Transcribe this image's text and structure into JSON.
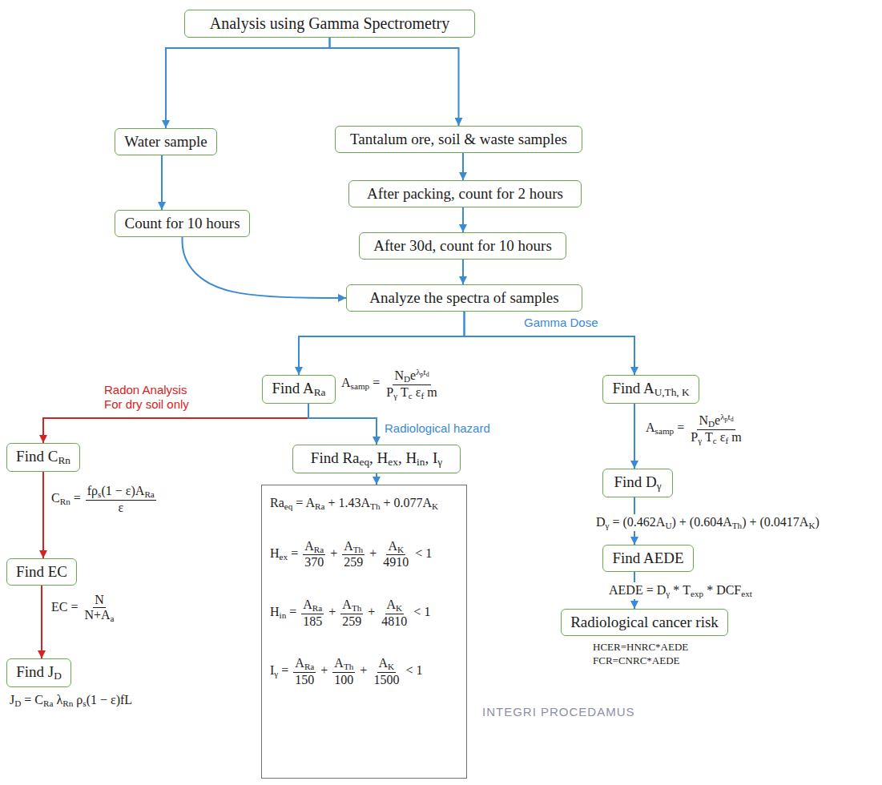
{
  "diagram": {
    "nodes": [
      {
        "text": [
          "Analysis using Gamma Spectrometry"
        ]
      },
      {
        "text": [
          "Water sample"
        ]
      },
      {
        "text": [
          "Tantalum ore, soil & waste samples"
        ]
      },
      {
        "text": [
          "After packing, count for 2 hours"
        ]
      },
      {
        "text": [
          "Count for 10 hours"
        ]
      },
      {
        "text": [
          "After 30d, count for 10 hours"
        ]
      },
      {
        "text": [
          "Analyze the spectra of samples"
        ]
      },
      {
        "text": [
          "Find ARa"
        ]
      },
      {
        "text": [
          "Find AU,Th, K"
        ]
      },
      {
        "text": [
          "Find CRn"
        ]
      },
      {
        "text": [
          "Find Raeq, Hex, Hin, Iγ"
        ]
      },
      {
        "text": [
          "Find Dγ"
        ]
      },
      {
        "text": [
          "Find EC"
        ]
      },
      {
        "text": [
          "Find AEDE"
        ]
      },
      {
        "text": [
          "Find JD"
        ]
      },
      {
        "text": [
          "Radiological cancer risk"
        ]
      },
      {
        "text": [
          "Raeq = ARa + 1.43ATh + 0.077AK",
          "Hex = ARa 370 + ATh 259 + AK 4910 < 1",
          "Hin = ARa 185 + ATh 259 + AK 4810 < 1",
          "Iγ = ARa 150 + ATh 100 + AK 1500 < 1"
        ]
      }
    ],
    "edges": [
      {
        "from": 0,
        "to": 1,
        "arrow": "to"
      },
      {
        "from": 0,
        "to": 2,
        "arrow": "to"
      },
      {
        "from": 1,
        "to": 4,
        "arrow": "to"
      },
      {
        "from": 2,
        "to": 3,
        "arrow": "to"
      },
      {
        "from": 3,
        "to": 5,
        "arrow": "to"
      },
      {
        "from": 4,
        "to": 6,
        "arrow": "to"
      },
      {
        "from": 5,
        "to": 6,
        "arrow": "to"
      },
      {
        "from": 6,
        "to": 7,
        "arrow": "to"
      },
      {
        "from": 6,
        "to": 8,
        "arrow": "to"
      },
      {
        "from": 7,
        "to": 9,
        "arrow": "to"
      },
      {
        "from": 7,
        "to": 10,
        "arrow": "to"
      },
      {
        "from": 9,
        "to": 12,
        "arrow": "to"
      },
      {
        "from": 12,
        "to": 14,
        "arrow": "to"
      },
      {
        "from": 10,
        "to": 16,
        "arrow": "to"
      },
      {
        "from": 8,
        "to": 11,
        "arrow": "to"
      },
      {
        "from": 11,
        "to": 13,
        "arrow": "to"
      },
      {
        "from": 13,
        "to": 15,
        "arrow": "to"
      }
    ],
    "labels": [
      "Gamma Dose",
      "Radon Analysis",
      "For dry soil only",
      "Asamp = NDeλptd Pγ Tc εf m",
      "Asamp = NDeλptd Pγ Tc εf m",
      "Radiological hazard",
      "CRn = fρs(1 − ε)ARa ε",
      "Dγ = (0.462AU) + (0.604ATh) + (0.0417AK)",
      "AEDE = Dγ * Texp * DCFext",
      "EC = N N+Aa",
      "HCER=HNRC*AEDE",
      "FCR=CNRC*AEDE",
      "JD = CRa λRn ρs(1 − ε)fL",
      "INTEGRI PROCEDAMUS"
    ]
  }
}
